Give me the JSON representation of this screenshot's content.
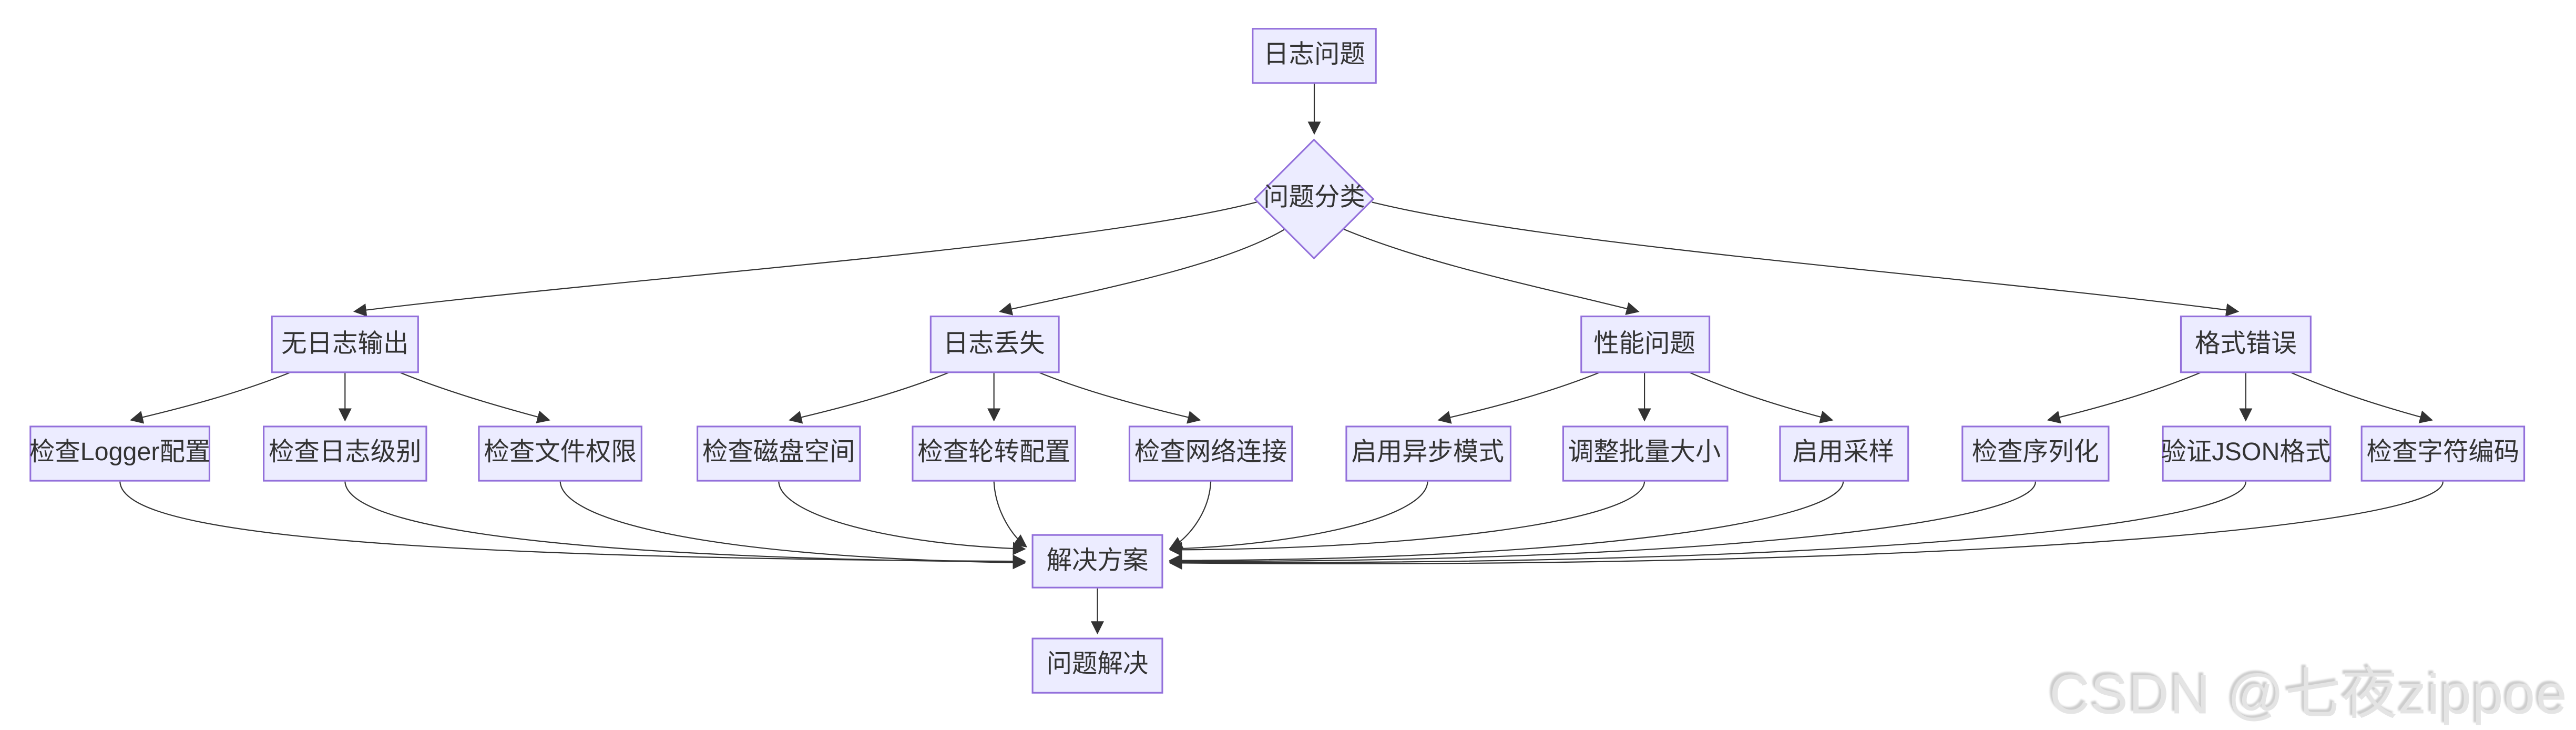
{
  "diagram": {
    "type": "flowchart",
    "direction": "top-bottom",
    "nodes": [
      {
        "id": "root",
        "label": "日志问题",
        "shape": "rectangle"
      },
      {
        "id": "classify",
        "label": "问题分类",
        "shape": "diamond"
      },
      {
        "id": "no_output",
        "label": "无日志输出",
        "shape": "rectangle"
      },
      {
        "id": "lost",
        "label": "日志丢失",
        "shape": "rectangle"
      },
      {
        "id": "perf",
        "label": "性能问题",
        "shape": "rectangle"
      },
      {
        "id": "format",
        "label": "格式错误",
        "shape": "rectangle"
      },
      {
        "id": "c1",
        "label": "检查Logger配置",
        "shape": "rectangle"
      },
      {
        "id": "c2",
        "label": "检查日志级别",
        "shape": "rectangle"
      },
      {
        "id": "c3",
        "label": "检查文件权限",
        "shape": "rectangle"
      },
      {
        "id": "c4",
        "label": "检查磁盘空间",
        "shape": "rectangle"
      },
      {
        "id": "c5",
        "label": "检查轮转配置",
        "shape": "rectangle"
      },
      {
        "id": "c6",
        "label": "检查网络连接",
        "shape": "rectangle"
      },
      {
        "id": "c7",
        "label": "启用异步模式",
        "shape": "rectangle"
      },
      {
        "id": "c8",
        "label": "调整批量大小",
        "shape": "rectangle"
      },
      {
        "id": "c9",
        "label": "启用采样",
        "shape": "rectangle"
      },
      {
        "id": "c10",
        "label": "检查序列化",
        "shape": "rectangle"
      },
      {
        "id": "c11",
        "label": "验证JSON格式",
        "shape": "rectangle"
      },
      {
        "id": "c12",
        "label": "检查字符编码",
        "shape": "rectangle"
      },
      {
        "id": "solution",
        "label": "解决方案",
        "shape": "rectangle"
      },
      {
        "id": "resolved",
        "label": "问题解决",
        "shape": "rectangle"
      }
    ],
    "edges": [
      {
        "from": "root",
        "to": "classify"
      },
      {
        "from": "classify",
        "to": "no_output"
      },
      {
        "from": "classify",
        "to": "lost"
      },
      {
        "from": "classify",
        "to": "perf"
      },
      {
        "from": "classify",
        "to": "format"
      },
      {
        "from": "no_output",
        "to": "c1"
      },
      {
        "from": "no_output",
        "to": "c2"
      },
      {
        "from": "no_output",
        "to": "c3"
      },
      {
        "from": "lost",
        "to": "c4"
      },
      {
        "from": "lost",
        "to": "c5"
      },
      {
        "from": "lost",
        "to": "c6"
      },
      {
        "from": "perf",
        "to": "c7"
      },
      {
        "from": "perf",
        "to": "c8"
      },
      {
        "from": "perf",
        "to": "c9"
      },
      {
        "from": "format",
        "to": "c10"
      },
      {
        "from": "format",
        "to": "c11"
      },
      {
        "from": "format",
        "to": "c12"
      },
      {
        "from": "c1",
        "to": "solution"
      },
      {
        "from": "c2",
        "to": "solution"
      },
      {
        "from": "c3",
        "to": "solution"
      },
      {
        "from": "c4",
        "to": "solution"
      },
      {
        "from": "c5",
        "to": "solution"
      },
      {
        "from": "c6",
        "to": "solution"
      },
      {
        "from": "c7",
        "to": "solution"
      },
      {
        "from": "c8",
        "to": "solution"
      },
      {
        "from": "c9",
        "to": "solution"
      },
      {
        "from": "c10",
        "to": "solution"
      },
      {
        "from": "c11",
        "to": "solution"
      },
      {
        "from": "c12",
        "to": "solution"
      },
      {
        "from": "solution",
        "to": "resolved"
      }
    ]
  },
  "colors": {
    "background": "#FFFFFF",
    "node_fill": "#ECECFF",
    "node_border": "#9370DB",
    "node_text": "#333333",
    "edge": "#333333",
    "watermark_text_color": "#E4E4E4"
  },
  "watermark": {
    "text": "CSDN @七夜zippoe"
  }
}
